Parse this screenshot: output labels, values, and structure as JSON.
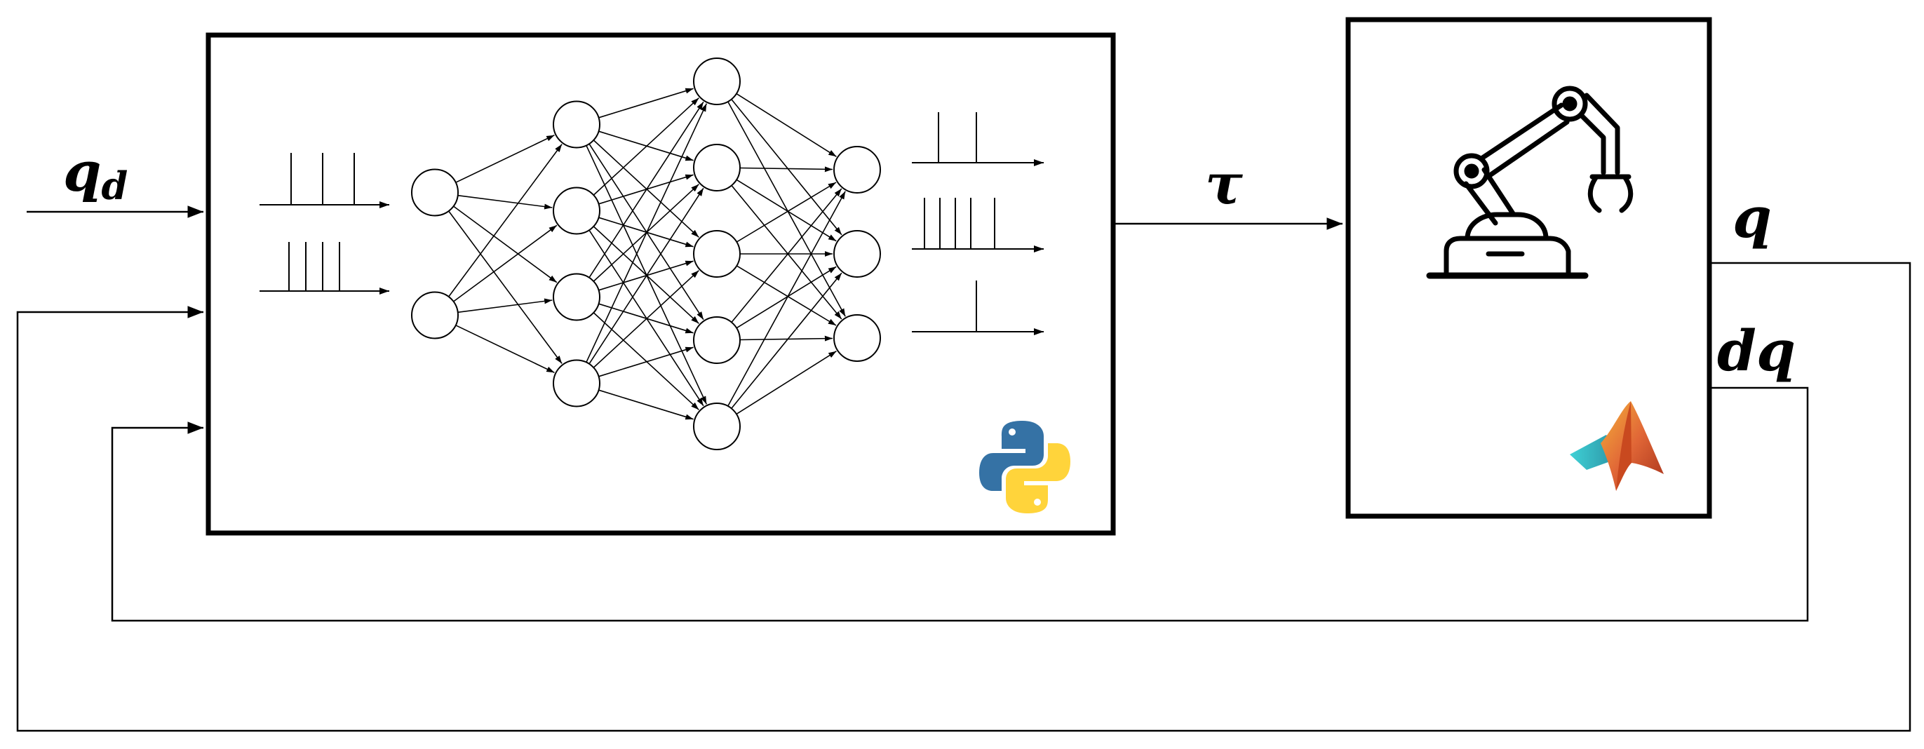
{
  "labels": {
    "input_desired": "q",
    "input_desired_subscript": "d",
    "torque": "τ",
    "output_position": "q",
    "output_velocity": "dq"
  },
  "blocks": {
    "controller": {
      "network_layers": [
        2,
        4,
        5,
        3
      ],
      "input_spike_trains": [
        3,
        4
      ],
      "output_spike_trains": [
        2,
        5,
        1
      ],
      "logo_icon": "python-logo-icon"
    },
    "plant": {
      "robot_icon": "robotic-arm-icon",
      "logo_icon": "matlab-logo-icon"
    }
  },
  "colors": {
    "line": "#000000",
    "python_blue": "#3572a5",
    "python_yellow": "#ffd43b",
    "matlab_orange": "#e16737",
    "matlab_teal": "#39b4c6"
  }
}
